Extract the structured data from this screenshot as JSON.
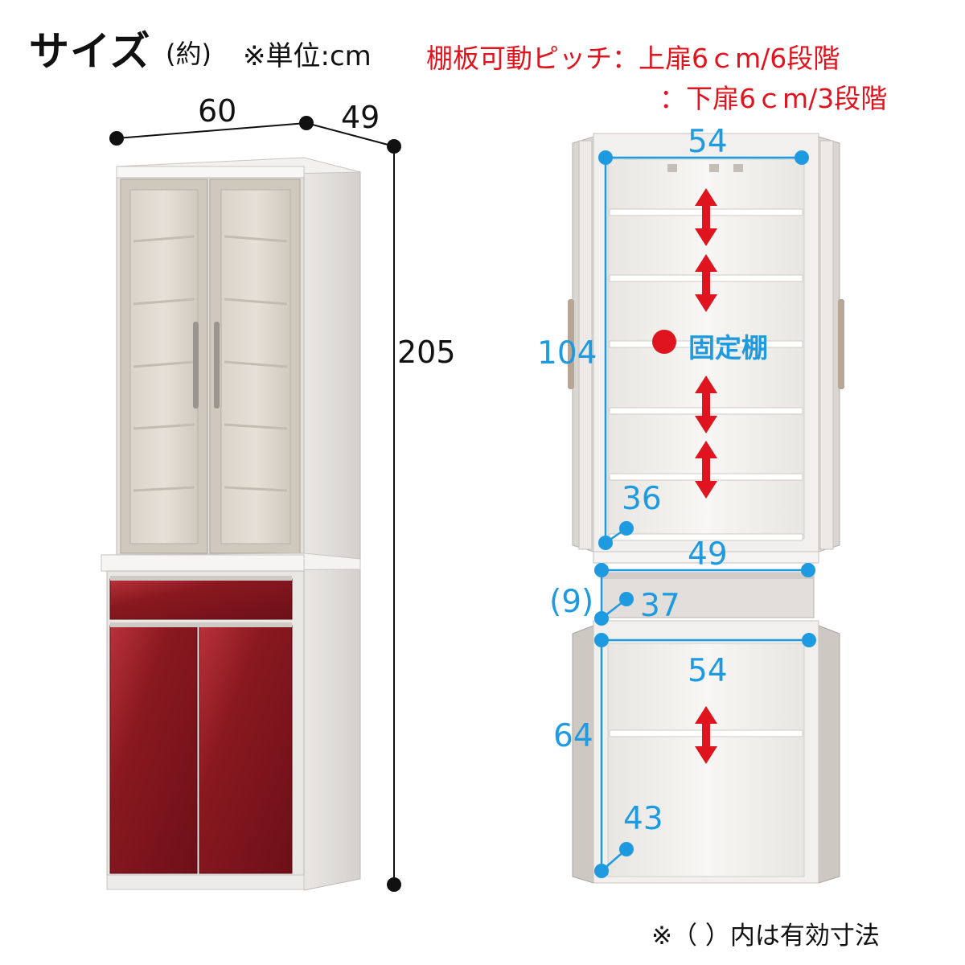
{
  "header": {
    "title": "サイズ",
    "approx": "(約)",
    "unit_note": "※単位:cm"
  },
  "shelf_pitch": {
    "line1": "棚板可動ピッチ：上扉6ｃm/6段階",
    "line2": "：下扉6ｃm/3段階"
  },
  "exterior": {
    "width": "60",
    "depth": "49",
    "height": "205"
  },
  "interior": {
    "upper_width": "54",
    "upper_height": "104",
    "upper_depth": "36",
    "drawer_width": "49",
    "drawer_height": "(9)",
    "drawer_depth": "37",
    "lower_width": "54",
    "lower_height": "64",
    "lower_depth": "43",
    "fixed_shelf_label": "固定棚"
  },
  "footnote": "※（ ）内は有効寸法",
  "colors": {
    "dimension_blue": "#1e9be0",
    "arrow_red": "#e0141e",
    "cabinet_red": "#8e1a22",
    "frame_silver": "#d8d4cf"
  }
}
